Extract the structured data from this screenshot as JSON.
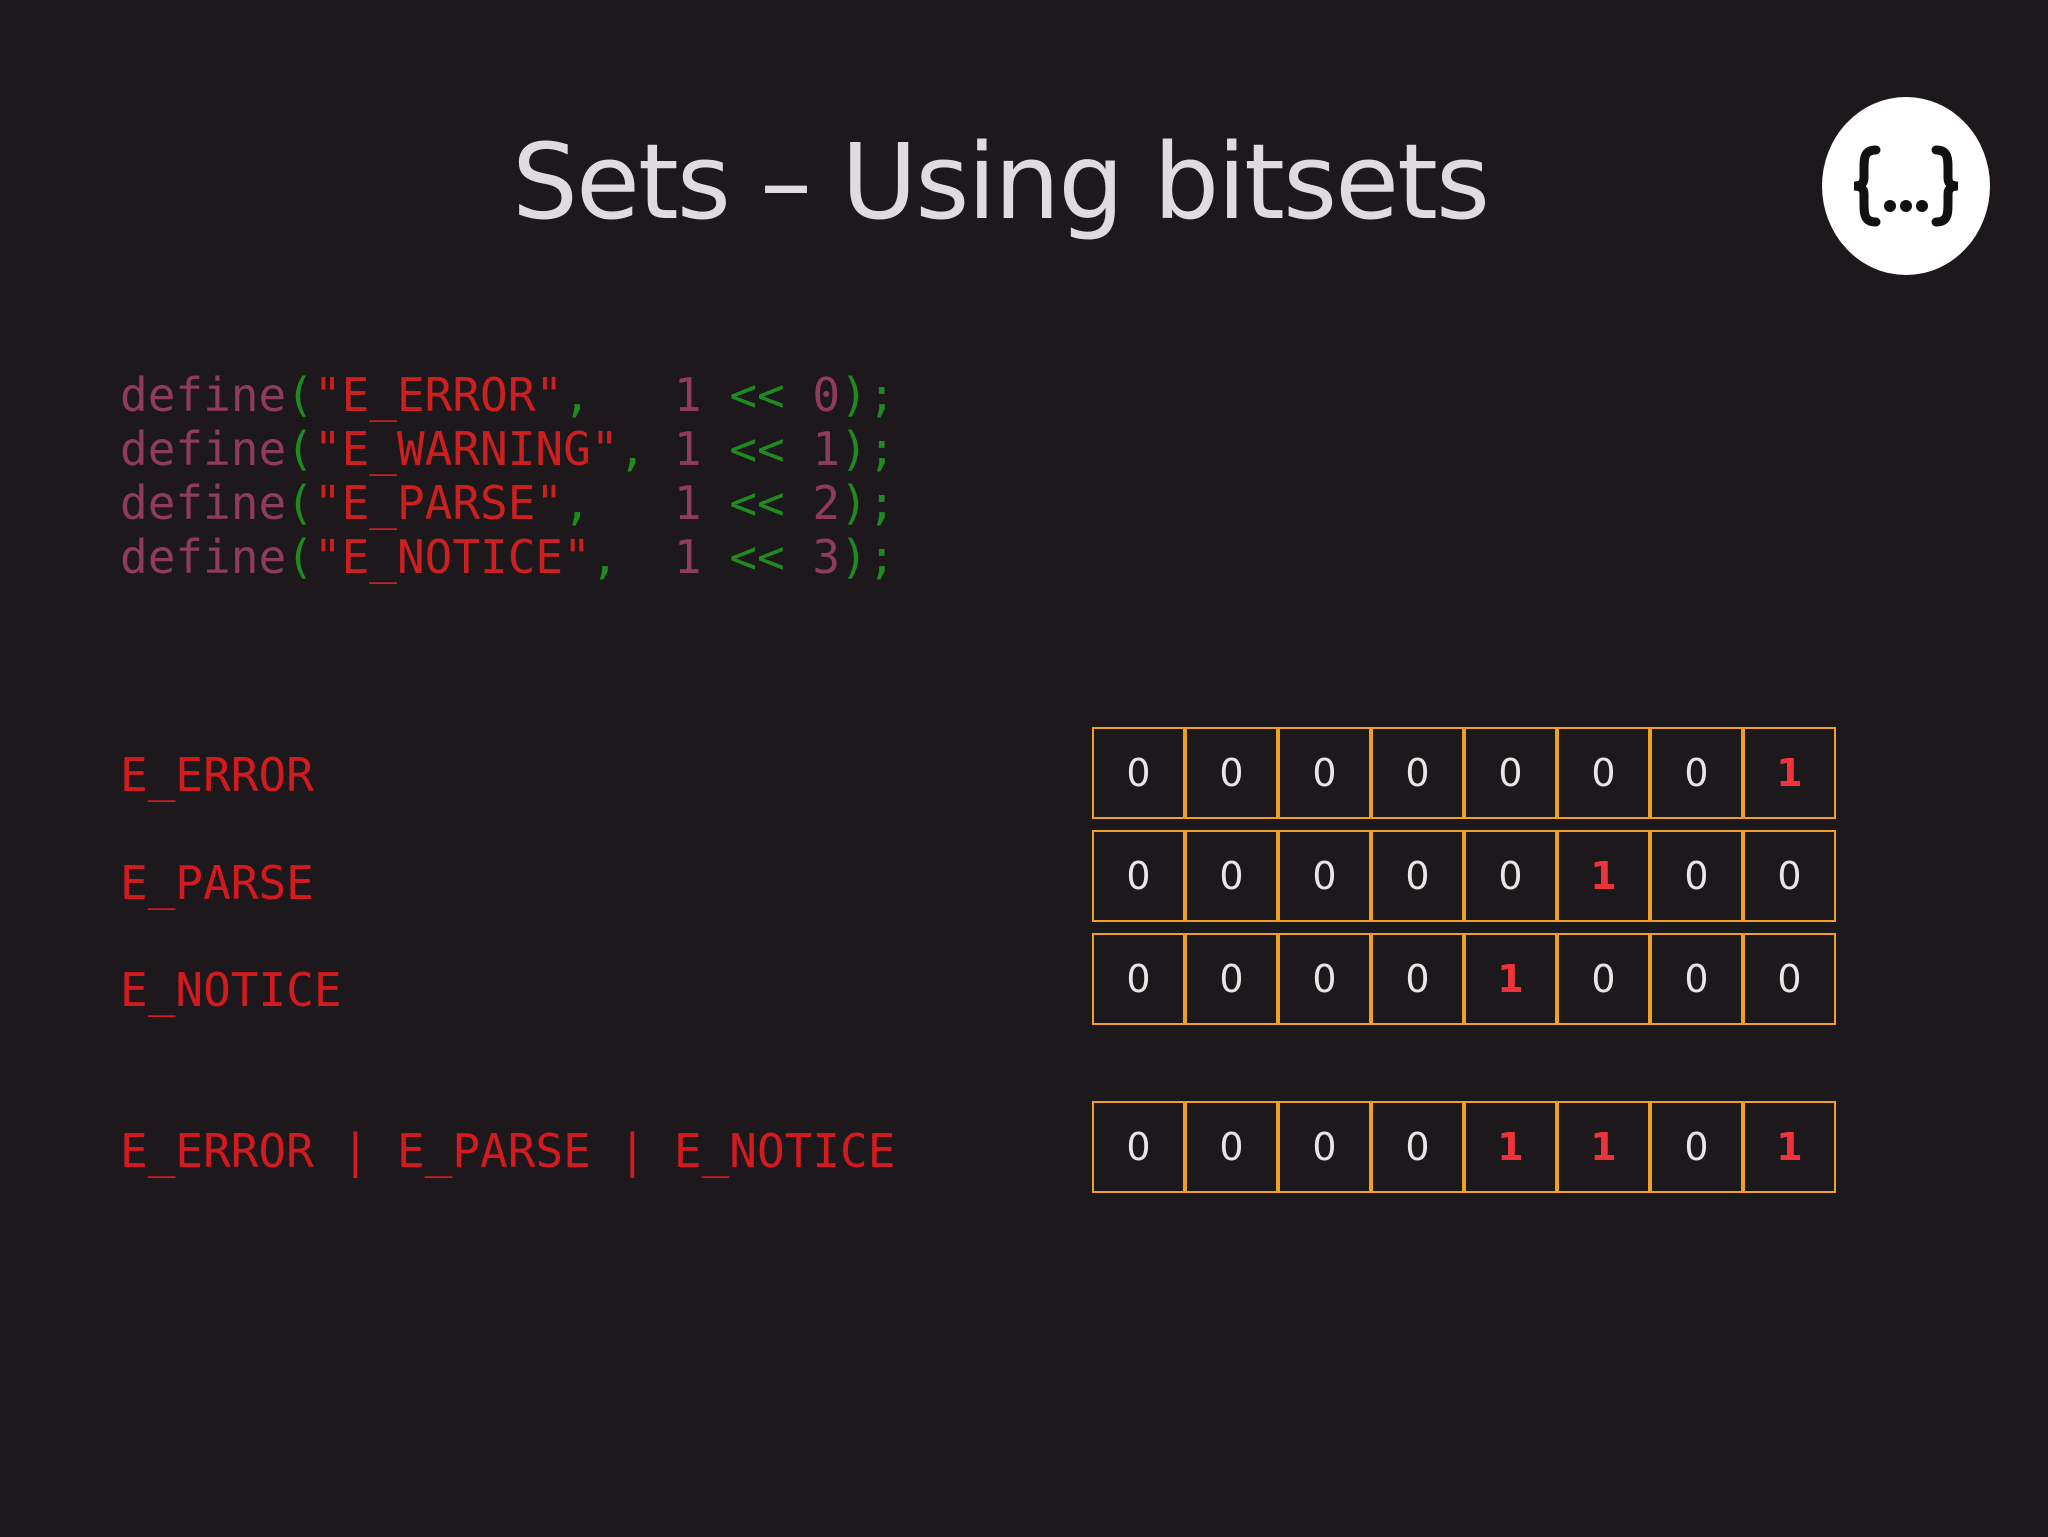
{
  "title": "Sets – Using bitsets",
  "logo": {
    "icon": "curly-braces-ellipsis-icon",
    "text": "{…}"
  },
  "code_lines": [
    {
      "fn": "define",
      "open": "(",
      "str": "\"E_ERROR\"",
      "comma": ",",
      "pad": "   ",
      "one": "1",
      "op": "<<",
      "shift": "0",
      "close": ");"
    },
    {
      "fn": "define",
      "open": "(",
      "str": "\"E_WARNING\"",
      "comma": ",",
      "pad": " ",
      "one": "1",
      "op": "<<",
      "shift": "1",
      "close": ");"
    },
    {
      "fn": "define",
      "open": "(",
      "str": "\"E_PARSE\"",
      "comma": ",",
      "pad": "   ",
      "one": "1",
      "op": "<<",
      "shift": "2",
      "close": ");"
    },
    {
      "fn": "define",
      "open": "(",
      "str": "\"E_NOTICE\"",
      "comma": ",",
      "pad": "  ",
      "one": "1",
      "op": "<<",
      "shift": "3",
      "close": ");"
    }
  ],
  "rows": [
    {
      "label": "E_ERROR",
      "bits": [
        "0",
        "0",
        "0",
        "0",
        "0",
        "0",
        "0",
        "1"
      ]
    },
    {
      "label": "E_PARSE",
      "bits": [
        "0",
        "0",
        "0",
        "0",
        "0",
        "1",
        "0",
        "0"
      ]
    },
    {
      "label": "E_NOTICE",
      "bits": [
        "0",
        "0",
        "0",
        "0",
        "1",
        "0",
        "0",
        "0"
      ]
    },
    {
      "label": "E_ERROR | E_PARSE | E_NOTICE",
      "bits": [
        "0",
        "0",
        "0",
        "0",
        "1",
        "1",
        "0",
        "1"
      ]
    }
  ],
  "colors": {
    "background": "#1c181c",
    "title": "#dedcde",
    "keyword": "#8e3b5d",
    "string": "#cc1f1f",
    "punctuation": "#1f8a1f",
    "label": "#d21a1f",
    "cell_border": "#f0a020",
    "set_bit": "#f0323a"
  }
}
